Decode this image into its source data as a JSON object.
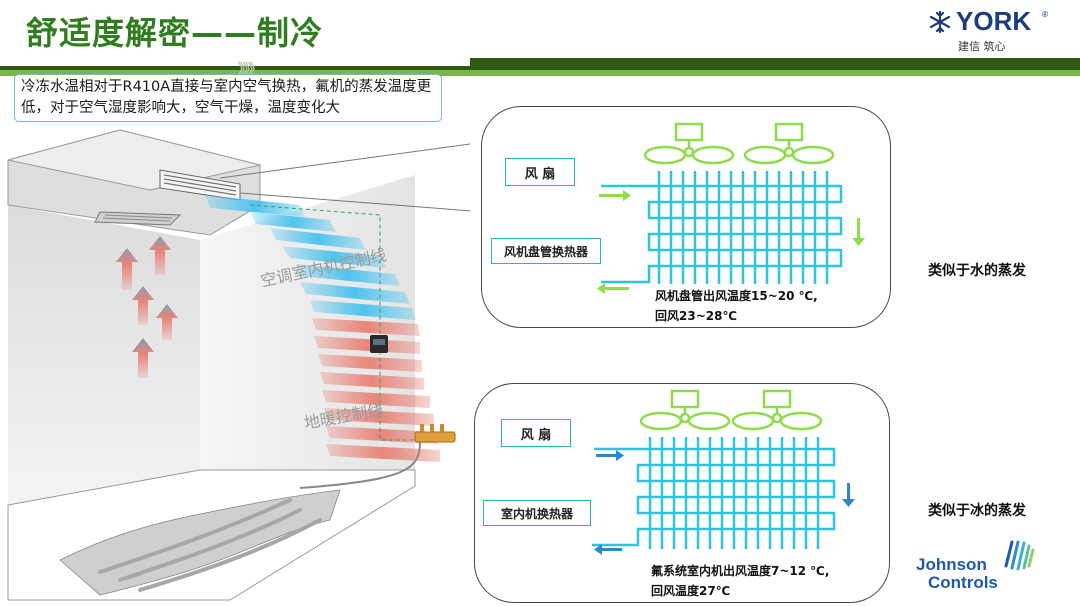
{
  "title": "舒适度解密——制冷",
  "header_chevrons": "》》》",
  "logo": {
    "york_name": "YORK",
    "york_reg": "®",
    "york_slogan": "建信 筑心",
    "jc_line1": "Johnson",
    "jc_line2": "Controls"
  },
  "note": "冷冻水温相对于R410A直接与室内空气换热，氟机的蒸发温度更低，对于空气湿度影响大，空气干燥，温度变化大",
  "illustration": {
    "ceiling_label": "空调室内机控制线",
    "floor_label": "地暖控制线"
  },
  "panel_top": {
    "fan_label": "风 扇",
    "exchanger_label": "风机盘管换热器",
    "caption_line1": "风机盘管出风温度15~20 ℃,",
    "caption_line2": "回风23~28℃"
  },
  "panel_bottom": {
    "fan_label": "风 扇",
    "exchanger_label": "室内机换热器",
    "caption_line1": "氟系统室内机出风温度7~12 ℃,",
    "caption_line2": "回风温度27℃"
  },
  "side_labels": {
    "top": "类似于水的蒸发",
    "bottom": "类似于冰的蒸发"
  },
  "colors": {
    "title_green": "#2f7d1f",
    "bar_dark_green": "#2f5a14",
    "bar_light_green": "#7ab648",
    "fan_green": "#8fdc4a",
    "coil_cyan": "#2ec4dc",
    "cold_air_blue": "#4ec3ee",
    "warm_air_red": "#e8857a",
    "york_blue": "#1c3c7a"
  },
  "icons": [
    "fan-icon",
    "coil-icon",
    "arrow-icon",
    "ceiling-unit-icon",
    "thermostat-icon",
    "manifold-icon",
    "snowflake-icon",
    "jc-logo-icon"
  ]
}
